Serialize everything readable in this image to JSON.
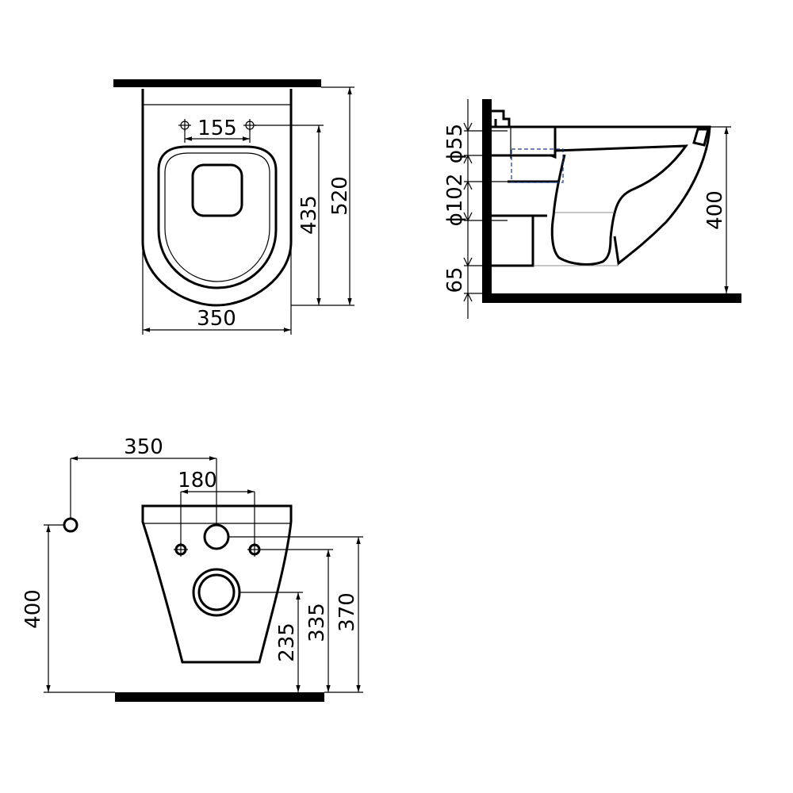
{
  "colors": {
    "line": "#000000",
    "hidden_pipe": "#1a3a8a",
    "background": "#ffffff"
  },
  "top_view": {
    "dim_hole_spacing": "155",
    "dim_seat_depth": "435",
    "dim_total_depth": "520",
    "dim_width": "350"
  },
  "side_view": {
    "dim_inlet_diameter": "ϕ55",
    "dim_outlet_diameter": "ϕ102",
    "dim_outlet_height": "65",
    "dim_rim_height": "400"
  },
  "back_view": {
    "dim_supply_offset": "350",
    "dim_hole_spacing": "180",
    "dim_supply_height": "400",
    "dim_outlet_center": "235",
    "dim_inlet_center": "335",
    "dim_bolt_height": "370"
  }
}
